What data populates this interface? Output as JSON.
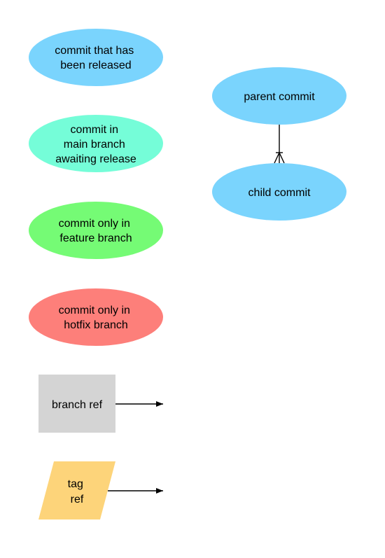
{
  "legend": {
    "released_commit": {
      "lines": [
        "commit that has",
        "been released"
      ],
      "color": "#7ad4fd"
    },
    "main_commit": {
      "lines": [
        "commit in",
        "main branch",
        "awaiting release"
      ],
      "color": "#75fdd8"
    },
    "feature_commit": {
      "lines": [
        "commit only in",
        "feature branch"
      ],
      "color": "#75fb75"
    },
    "hotfix_commit": {
      "lines": [
        "commit only in",
        "hotfix branch"
      ],
      "color": "#fd7f7a"
    },
    "branch_ref": {
      "lines": [
        "branch ref"
      ],
      "color": "#d4d4d4"
    },
    "tag_ref": {
      "lines": [
        "tag",
        "ref"
      ],
      "color": "#fdd47a"
    }
  },
  "relationship": {
    "parent": {
      "lines": [
        "parent commit"
      ],
      "color": "#7ad4fd"
    },
    "child": {
      "lines": [
        "child commit"
      ],
      "color": "#7ad4fd"
    }
  }
}
